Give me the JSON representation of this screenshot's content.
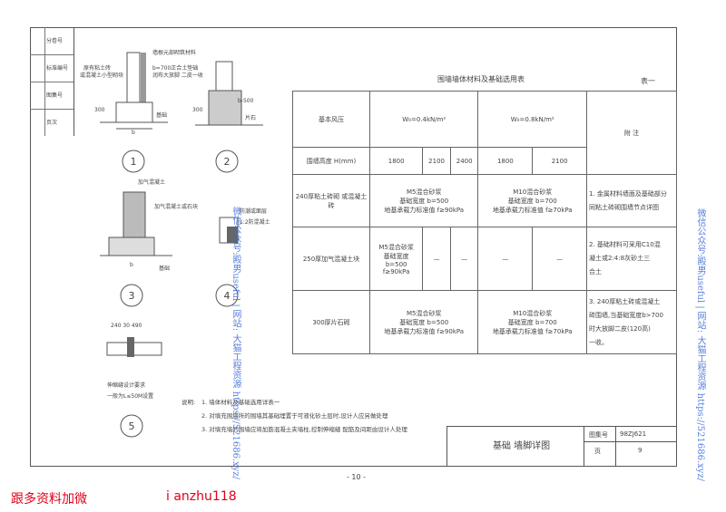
{
  "stamp": {
    "label1": "分卷号",
    "label2": "标准编号",
    "label3": "图集号",
    "label4": "页次"
  },
  "drawing1": {
    "label_top": "墙根元部砌筑材料",
    "label_a1": "原有粘土砖",
    "label_a2": "或混凝土小型砌块",
    "label_b1": "b=700正合土垫础",
    "label_b2": "润布大放脚 二皮一收",
    "label_base": "基础",
    "label_dim1": "b-500",
    "label_dim2": "片石",
    "label_dim3": "300",
    "label_dim4": "300",
    "label_b": "b",
    "num": "1"
  },
  "drawing2": {
    "num": "2"
  },
  "drawing3": {
    "label1": "加气混凝土",
    "label2": "加气混凝土或石块",
    "label_base": "基础",
    "label_b": "b",
    "num": "3"
  },
  "drawing4": {
    "label1": "防潮或面层",
    "label2": "1:2防混凝土",
    "num": "4"
  },
  "drawing5": {
    "dims": "240 30 490",
    "note1": "伸缩缝设计要求",
    "note2": "一般为L≤50M设置",
    "num": "5"
  },
  "table": {
    "title": "围墙墙体材料及基础选用表",
    "table_no": "表一",
    "h_wind": "基本风压",
    "h_w1": "W₀=0.4kN/m²",
    "h_w2": "W₀=0.8kN/m²",
    "h_note": "附 注",
    "h_height": "围墙高度 H(mm)",
    "heights": [
      "1800",
      "2100",
      "2400",
      "1800",
      "2100"
    ],
    "r1_label": "240厚粘土砖砌 或混凝土砖",
    "r1_c1": [
      "M5混合砂浆",
      "基础宽度 b=500",
      "地基承载力标准值 f≥90kPa"
    ],
    "r1_c2": [
      "M10混合砂浆",
      "基础宽度 b=700",
      "地基承载力标准值 f≥70kPa"
    ],
    "r2_label": "250厚加气混凝土块",
    "r2_c1": [
      "M5混合砂浆",
      "基础宽度",
      "b=500",
      "f≥90kPa"
    ],
    "r2_dash": "—",
    "r3_label": "300厚片石砌",
    "r3_c1": [
      "M5混合砂浆",
      "基础宽度 b=500",
      "地基承载力标准值 f≥90kPa"
    ],
    "r3_c2": [
      "M10混合砂浆",
      "基础宽度 b=700",
      "地基承载力标准值 f≥70kPa"
    ],
    "note1": [
      "1. 金属材料墙面及基础部分",
      "同粘土砖砌围墙节点详图"
    ],
    "note2": [
      "2. 基础材料可采用C10混",
      "凝土或2:4:8灰砂土三",
      "合土"
    ],
    "note3": [
      "3. 240厚粘土砖或混凝土",
      "砖围墙,当基础宽度b>700",
      "时大放脚二皮(120高)",
      "一收。"
    ]
  },
  "notes": {
    "head": "说明:",
    "n1": "1. 墙体材料及基础选用详表一",
    "n2": "2. 对填充围墙所的围墙其基础埋置于可液化砂土层时,设计人应另做处理",
    "n3": "3. 对填充墙的围墙应将加筋混凝土夹墙柱,控制伸缩缝 配筋及间距由设计人处理"
  },
  "title_block": {
    "title": "基础  墙脚详图",
    "k1": "图集号",
    "v1": "98ZJ621",
    "k2": "页",
    "v2": "9"
  },
  "page_number": "- 10 -",
  "watermark_right": "微信公众号:殿男useful | 网站: 大猫工程资源 https://521686.xyz/",
  "watermark_mid": "微信公众号:殿男useful | 网站: 大猫工程资源 https://521686.xyz/",
  "footer_left": "跟多资料加微",
  "footer_right": "i anzhu118"
}
